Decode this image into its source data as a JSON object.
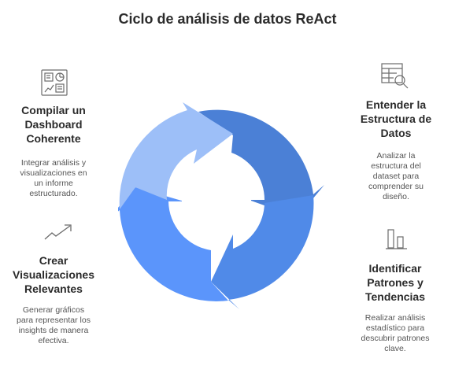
{
  "title": "Ciclo de análisis de datos ReAct",
  "steps": {
    "top_left": {
      "heading_lines": [
        "Compilar un",
        "Dashboard",
        "Coherente"
      ],
      "desc_lines": [
        "Integrar análisis y",
        "visualizaciones en",
        "un informe",
        "estructurado."
      ],
      "icon": "dashboard-icon",
      "color": "#9dbff8"
    },
    "top_right": {
      "heading_lines": [
        "Entender la",
        "Estructura de",
        "Datos"
      ],
      "desc_lines": [
        "Analizar la",
        "estructura del",
        "dataset para",
        "comprender su",
        "diseño."
      ],
      "icon": "table-search-icon",
      "color": "#4b80d6"
    },
    "bottom_right": {
      "heading_lines": [
        "Identificar",
        "Patrones y",
        "Tendencias"
      ],
      "desc_lines": [
        "Realizar análisis",
        "estadístico para",
        "descubrir patrones",
        "clave."
      ],
      "icon": "bar-chart-icon",
      "color": "#508ae8"
    },
    "bottom_left": {
      "heading_lines": [
        "Crear",
        "Visualizaciones",
        "Relevantes"
      ],
      "desc_lines": [
        "Generar gráficos",
        "para representar los",
        "insights de manera",
        "efectiva."
      ],
      "icon": "trend-line-icon",
      "color": "#5b95fb"
    }
  }
}
